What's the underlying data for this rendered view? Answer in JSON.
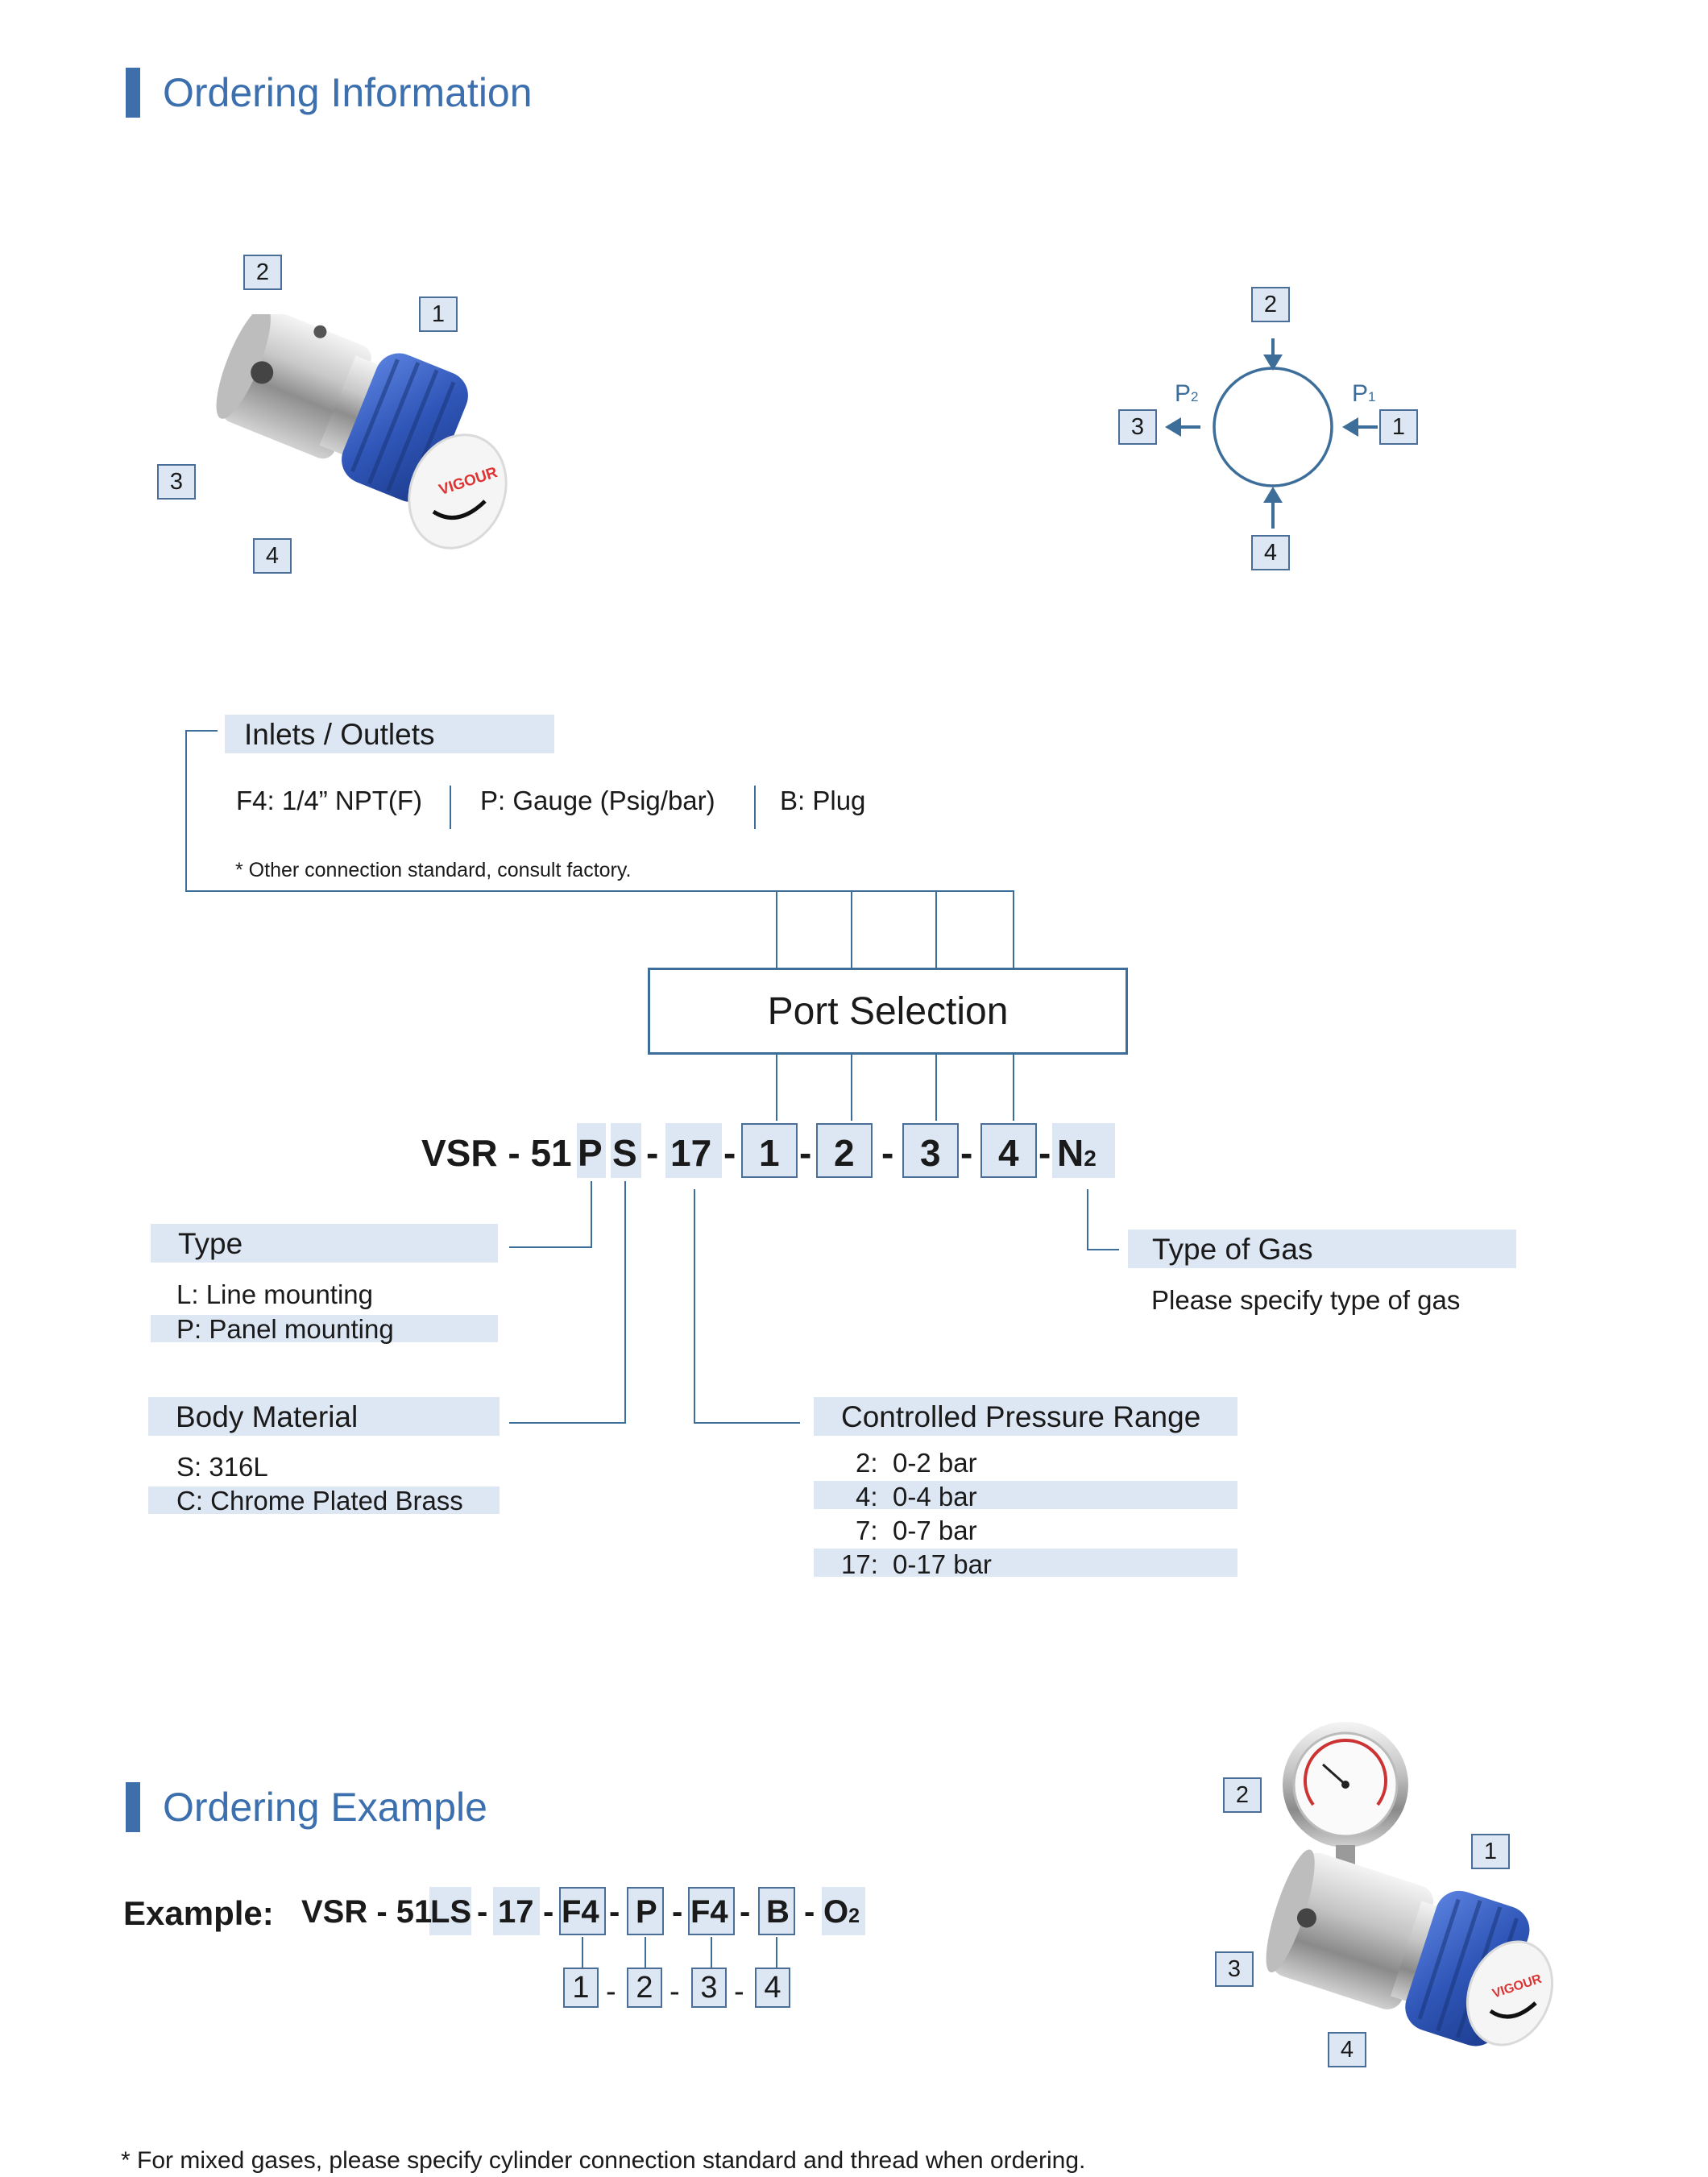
{
  "section1": {
    "title": "Ordering Information"
  },
  "section2": {
    "title": "Ordering Example"
  },
  "product_image1": {
    "brand": "VIGOUR",
    "callouts": [
      "2",
      "1",
      "3",
      "4"
    ]
  },
  "port_diagram": {
    "p1_label": "P",
    "p1_sub": "1",
    "p2_label": "P",
    "p2_sub": "2",
    "ports": [
      "2",
      "3",
      "1",
      "4"
    ]
  },
  "inlets": {
    "title": "Inlets / Outlets",
    "options": [
      "F4: 1/4” NPT(F)",
      "P: Gauge (Psig/bar)",
      "B: Plug"
    ],
    "note": "* Other connection standard, consult factory."
  },
  "port_selection": {
    "label": "Port Selection"
  },
  "part_code": {
    "prefix": "VSR - 51",
    "type": "P",
    "body": "S",
    "range": "17",
    "ports": [
      "1",
      "2",
      "3",
      "4"
    ],
    "gas": "N",
    "gas_sub": "2",
    "dash": "-"
  },
  "type": {
    "title": "Type",
    "items": [
      "L:  Line mounting",
      "P:  Panel mounting"
    ]
  },
  "body_material": {
    "title": "Body Material",
    "items": [
      "S:  316L",
      "C:  Chrome Plated Brass"
    ]
  },
  "pressure_range": {
    "title": "Controlled Pressure Range",
    "items": [
      {
        "code": "2:",
        "range": "0-2 bar"
      },
      {
        "code": "4:",
        "range": "0-4 bar"
      },
      {
        "code": "7:",
        "range": "0-7 bar"
      },
      {
        "code": "17:",
        "range": "0-17 bar"
      }
    ]
  },
  "gas_type": {
    "title": "Type of Gas",
    "text": "Please specify type of gas"
  },
  "example": {
    "label": "Example:",
    "prefix": "VSR - 51",
    "type_body": "LS",
    "range": "17",
    "ports": [
      "F4",
      "P",
      "F4",
      "B"
    ],
    "gas": "O",
    "gas_sub": "2",
    "dash": "-",
    "port_numbers": [
      "1",
      "2",
      "3",
      "4"
    ]
  },
  "product_image2": {
    "brand": "VIGOUR",
    "callouts": [
      "2",
      "1",
      "3",
      "4"
    ]
  },
  "footnote": "*  For mixed gases, please specify cylinder connection standard and thread when ordering.",
  "colors": {
    "accent": "#3f6fab",
    "highlight": "#dde7f4",
    "line": "#3d6e9a",
    "knob_blue": "#2f56b8"
  },
  "icons": [
    "arrow-left-icon",
    "arrow-down-icon",
    "arrow-up-icon"
  ]
}
